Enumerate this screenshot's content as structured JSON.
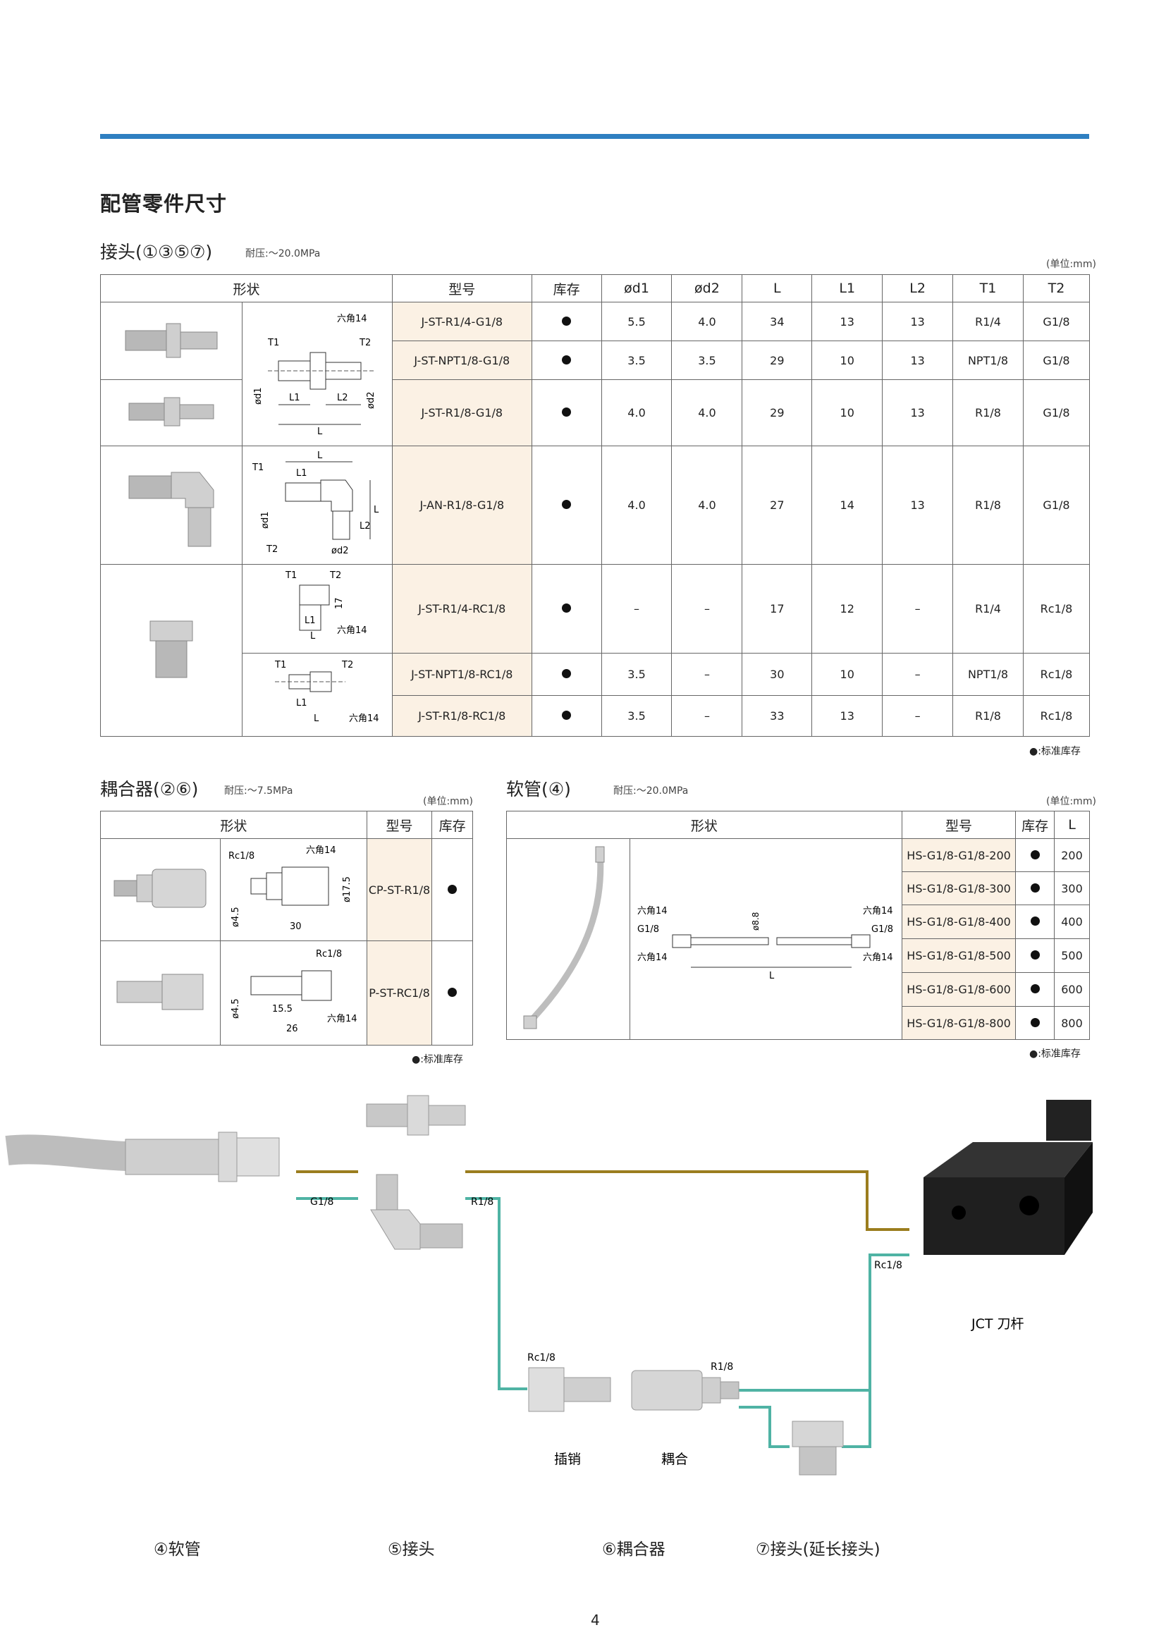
{
  "page": {
    "title": "配管零件尺寸",
    "number": "4"
  },
  "joints": {
    "title": "接头(①③⑤⑦)",
    "pressure": "耐压:〜20.0MPa",
    "unit": "(单位:mm)",
    "headers": [
      "形状",
      "型号",
      "库存",
      "ød1",
      "ød2",
      "L",
      "L1",
      "L2",
      "T1",
      "T2"
    ],
    "rows": [
      {
        "model": "J-ST-R1/4-G1/8",
        "d1": "5.5",
        "d2": "4.0",
        "L": "34",
        "L1": "13",
        "L2": "13",
        "T1": "R1/4",
        "T2": "G1/8"
      },
      {
        "model": "J-ST-NPT1/8-G1/8",
        "d1": "3.5",
        "d2": "3.5",
        "L": "29",
        "L1": "10",
        "L2": "13",
        "T1": "NPT1/8",
        "T2": "G1/8"
      },
      {
        "model": "J-ST-R1/8-G1/8",
        "d1": "4.0",
        "d2": "4.0",
        "L": "29",
        "L1": "10",
        "L2": "13",
        "T1": "R1/8",
        "T2": "G1/8"
      },
      {
        "model": "J-AN-R1/8-G1/8",
        "d1": "4.0",
        "d2": "4.0",
        "L": "27",
        "L1": "14",
        "L2": "13",
        "T1": "R1/8",
        "T2": "G1/8"
      },
      {
        "model": "J-ST-R1/4-RC1/8",
        "d1": "–",
        "d2": "–",
        "L": "17",
        "L1": "12",
        "L2": "–",
        "T1": "R1/4",
        "T2": "Rc1/8"
      },
      {
        "model": "J-ST-NPT1/8-RC1/8",
        "d1": "3.5",
        "d2": "–",
        "L": "30",
        "L1": "10",
        "L2": "–",
        "T1": "NPT1/8",
        "T2": "Rc1/8"
      },
      {
        "model": "J-ST-R1/8-RC1/8",
        "d1": "3.5",
        "d2": "–",
        "L": "33",
        "L1": "13",
        "L2": "–",
        "T1": "R1/8",
        "T2": "Rc1/8"
      }
    ],
    "dia": {
      "hex14": "六角14",
      "T1": "T1",
      "T2": "T2",
      "L": "L",
      "L1": "L1",
      "L2": "L2",
      "d1": "ød1",
      "d2": "ød2",
      "n17": "17"
    },
    "note": "●:标准库存"
  },
  "coupler": {
    "title": "耦合器(②⑥)",
    "pressure": "耐压:〜7.5MPa",
    "unit": "(单位:mm)",
    "headers": [
      "形状",
      "型号",
      "库存"
    ],
    "rows": [
      {
        "model": "CP-ST-R1/8"
      },
      {
        "model": "P-ST-RC1/8"
      }
    ],
    "dia": {
      "rc18": "Rc1/8",
      "hex14": "六角14",
      "d45": "ø4.5",
      "d175": "ø17.5",
      "n30": "30",
      "n155": "15.5",
      "n26": "26"
    },
    "note": "●:标准库存"
  },
  "hose": {
    "title": "软管(④)",
    "pressure": "耐压:〜20.0MPa",
    "unit": "(单位:mm)",
    "headers": [
      "形状",
      "型号",
      "库存",
      "L"
    ],
    "rows": [
      {
        "model": "HS-G1/8-G1/8-200",
        "L": "200"
      },
      {
        "model": "HS-G1/8-G1/8-300",
        "L": "300"
      },
      {
        "model": "HS-G1/8-G1/8-400",
        "L": "400"
      },
      {
        "model": "HS-G1/8-G1/8-500",
        "L": "500"
      },
      {
        "model": "HS-G1/8-G1/8-600",
        "L": "600"
      },
      {
        "model": "HS-G1/8-G1/8-800",
        "L": "800"
      }
    ],
    "dia": {
      "hex14": "六角14",
      "g18": "G1/8",
      "d88": "ø8.8",
      "L": "L"
    },
    "note": "●:标准库存"
  },
  "diagram": {
    "g18": "G1/8",
    "r18a": "R1/8",
    "rc18a": "Rc1/8",
    "rc18b": "Rc1/8",
    "r18b": "R1/8",
    "jct": "JCT 刀杆",
    "pin": "插销",
    "couple": "耦合",
    "cap4": "④软管",
    "cap5": "⑤接头",
    "cap6": "⑥耦合器",
    "cap7": "⑦接头(延长接头)"
  },
  "colors": {
    "accent": "#2f7fc1",
    "model_bg": "#fbf1e4",
    "line_gold": "#9b7d1e",
    "line_teal": "#4fb3a4"
  }
}
